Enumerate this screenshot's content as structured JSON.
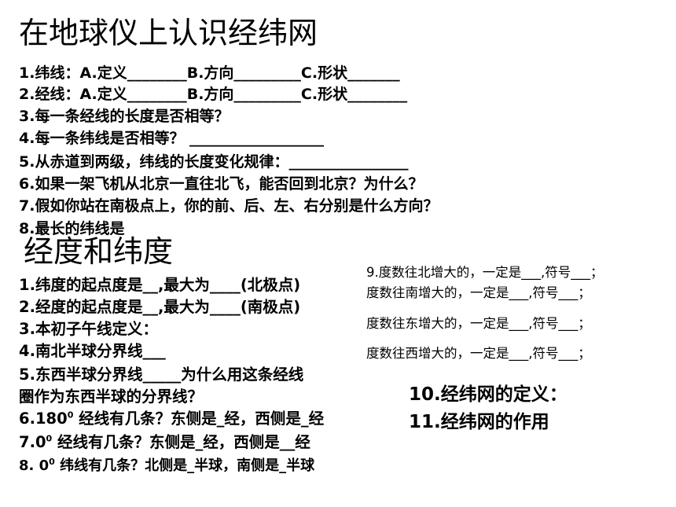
{
  "section1": {
    "title": "在地球仪上认识经纬网",
    "items": [
      "1.纬线：A.定义________B.方向_________C.形状_______",
      "2.经线：A.定义________B.方向_________C.形状________",
      "3.每一条经线的长度是否相等？",
      "4.每一条纬线是否相等？ __________________",
      "5.从赤道到两级，纬线的长度变化规律：________________",
      "6.如果一架飞机从北京一直往北飞，能否回到北京？为什么？",
      "7.假如你站在南极点上，你的前、后、左、右分别是什么方向？",
      "8.最长的纬线是"
    ]
  },
  "section2": {
    "title": "经度和纬度",
    "items": [
      "1.纬度的起点度是__,最大为____(北极点)",
      "2.经度的起点度是__,最大为____(南极点)",
      "3.本初子午线定义：",
      "4.南北半球分界线___",
      "5.东西半球分界线_____为什么用这条经线",
      "圈作为东西半球的分界线？"
    ],
    "q6": {
      "pre": "6.180",
      "sup": "0",
      "post": " 经线有几条？东侧是_经，西侧是_经"
    },
    "q7": {
      "pre": "7.0",
      "sup": "0",
      "post": " 经线有几条？东侧是_经，西侧是__经"
    },
    "q8": {
      "pre": "8. 0",
      "sup": "0",
      "post": " 纬线有几条？北侧是_半球，南侧是_半球"
    }
  },
  "right": {
    "items": [
      "9.度数往北增大的，一定是___,符号___；",
      "度数往南增大的，一定是___,符号___；",
      "度数往东增大的，一定是___,符号___；",
      "度数往西增大的，一定是___,符号___；"
    ],
    "q10": "10.经纬网的定义：",
    "q11": "11.经纬网的作用"
  }
}
